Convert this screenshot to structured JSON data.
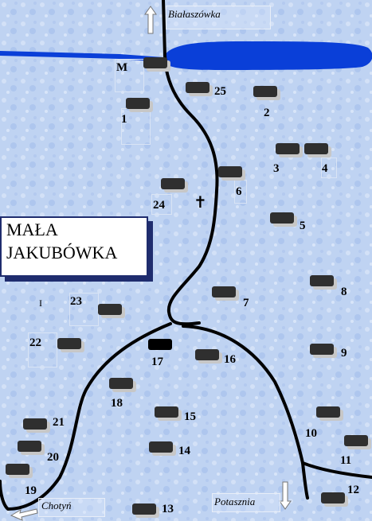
{
  "title": {
    "line1": "MAŁA",
    "line2": "JAKUBÓWKA"
  },
  "places": {
    "north": "Białaszówka",
    "southwest": "Chotyń",
    "southeast": "Potasznia"
  },
  "map_symbols": {
    "church": "✝",
    "cemetery_marker": "I"
  },
  "labels": {
    "M": "M",
    "h1": "1",
    "h2": "2",
    "h3": "3",
    "h4": "4",
    "h5": "5",
    "h6": "6",
    "h7": "7",
    "h8": "8",
    "h9": "9",
    "h10": "10",
    "h11": "11",
    "h12": "12",
    "h13": "13",
    "h14": "14",
    "h15": "15",
    "h16": "16",
    "h17": "17",
    "h18": "18",
    "h19": "19",
    "h20": "20",
    "h21": "21",
    "h22": "22",
    "h23": "23",
    "h24": "24",
    "h25": "25"
  },
  "colors": {
    "background": "#bfd3f2",
    "lake": "#0a3fd8",
    "road": "#000000",
    "title_border": "#1f2c6e"
  }
}
